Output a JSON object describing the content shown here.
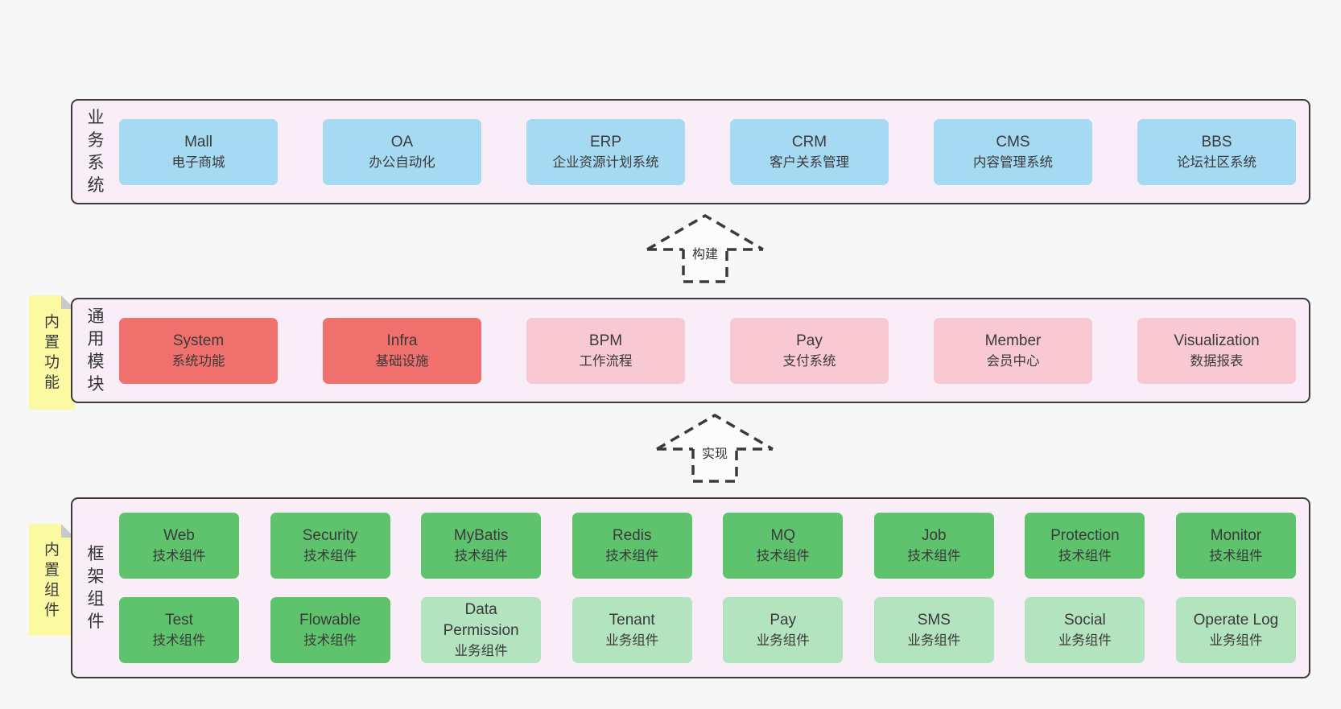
{
  "row1": {
    "label": "业务系统",
    "boxes": [
      {
        "name": "Mall",
        "sub": "电子商城"
      },
      {
        "name": "OA",
        "sub": "办公自动化"
      },
      {
        "name": "ERP",
        "sub": "企业资源计划系统"
      },
      {
        "name": "CRM",
        "sub": "客户关系管理"
      },
      {
        "name": "CMS",
        "sub": "内容管理系统"
      },
      {
        "name": "BBS",
        "sub": "论坛社区系统"
      }
    ]
  },
  "arrows": {
    "build": "构建",
    "implement": "实现"
  },
  "row2": {
    "label": "通用模块",
    "note": "内置功能",
    "boxes": [
      {
        "name": "System",
        "sub": "系统功能"
      },
      {
        "name": "Infra",
        "sub": "基础设施"
      },
      {
        "name": "BPM",
        "sub": "工作流程"
      },
      {
        "name": "Pay",
        "sub": "支付系统"
      },
      {
        "name": "Member",
        "sub": "会员中心"
      },
      {
        "name": "Visualization",
        "sub": "数据报表"
      }
    ]
  },
  "row3": {
    "label": "框架组件",
    "note": "内置组件",
    "top": [
      {
        "name": "Web",
        "sub": "技术组件"
      },
      {
        "name": "Security",
        "sub": "技术组件"
      },
      {
        "name": "MyBatis",
        "sub": "技术组件"
      },
      {
        "name": "Redis",
        "sub": "技术组件"
      },
      {
        "name": "MQ",
        "sub": "技术组件"
      },
      {
        "name": "Job",
        "sub": "技术组件"
      },
      {
        "name": "Protection",
        "sub": "技术组件"
      },
      {
        "name": "Monitor",
        "sub": "技术组件"
      }
    ],
    "bottom": [
      {
        "name": "Test",
        "sub": "技术组件"
      },
      {
        "name": "Flowable",
        "sub": "技术组件"
      },
      {
        "name": "Data Permission",
        "sub": "业务组件"
      },
      {
        "name": "Tenant",
        "sub": "业务组件"
      },
      {
        "name": "Pay",
        "sub": "业务组件"
      },
      {
        "name": "SMS",
        "sub": "业务组件"
      },
      {
        "name": "Social",
        "sub": "业务组件"
      },
      {
        "name": "Operate Log",
        "sub": "业务组件"
      }
    ]
  },
  "colors": {
    "page_bg": "#f7f7f7",
    "layer_bg": "#f9eef7",
    "layer_border": "#3a3a3a",
    "blue_box": "#a6d9f2",
    "red_box": "#f0706d",
    "pink_box": "#f9c9d3",
    "green_box": "#5fc36e",
    "light_green_box": "#b4e3bf",
    "sticky_note": "#fbf9a2",
    "note_fold": "#c9c9c9",
    "text": "#333333"
  }
}
